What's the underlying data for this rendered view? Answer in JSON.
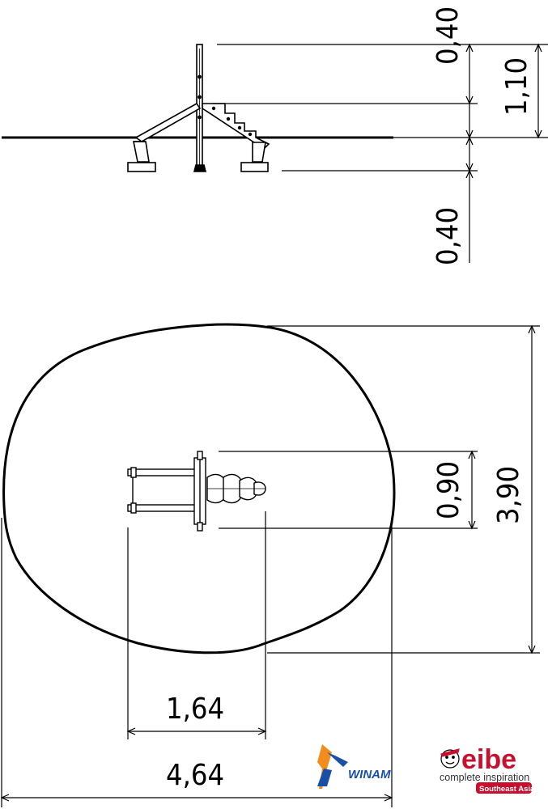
{
  "side_view": {
    "dimensions": {
      "top_clearance": "0,40",
      "total_height": "1,10",
      "ground_depth": "0,40"
    }
  },
  "plan_view": {
    "dimensions": {
      "equipment_depth": "0,90",
      "area_depth": "3,90",
      "equipment_length": "1,64",
      "area_length": "4,64"
    }
  },
  "logos": {
    "winam": "WINAM",
    "eibe_name": "eibe",
    "eibe_tagline": "complete inspiration",
    "eibe_region": "Southeast Asia"
  },
  "colors": {
    "line": "#000000",
    "eibe_red": "#c8102e",
    "winam_blue": "#1a4fa8",
    "winam_orange": "#f28c1c"
  }
}
